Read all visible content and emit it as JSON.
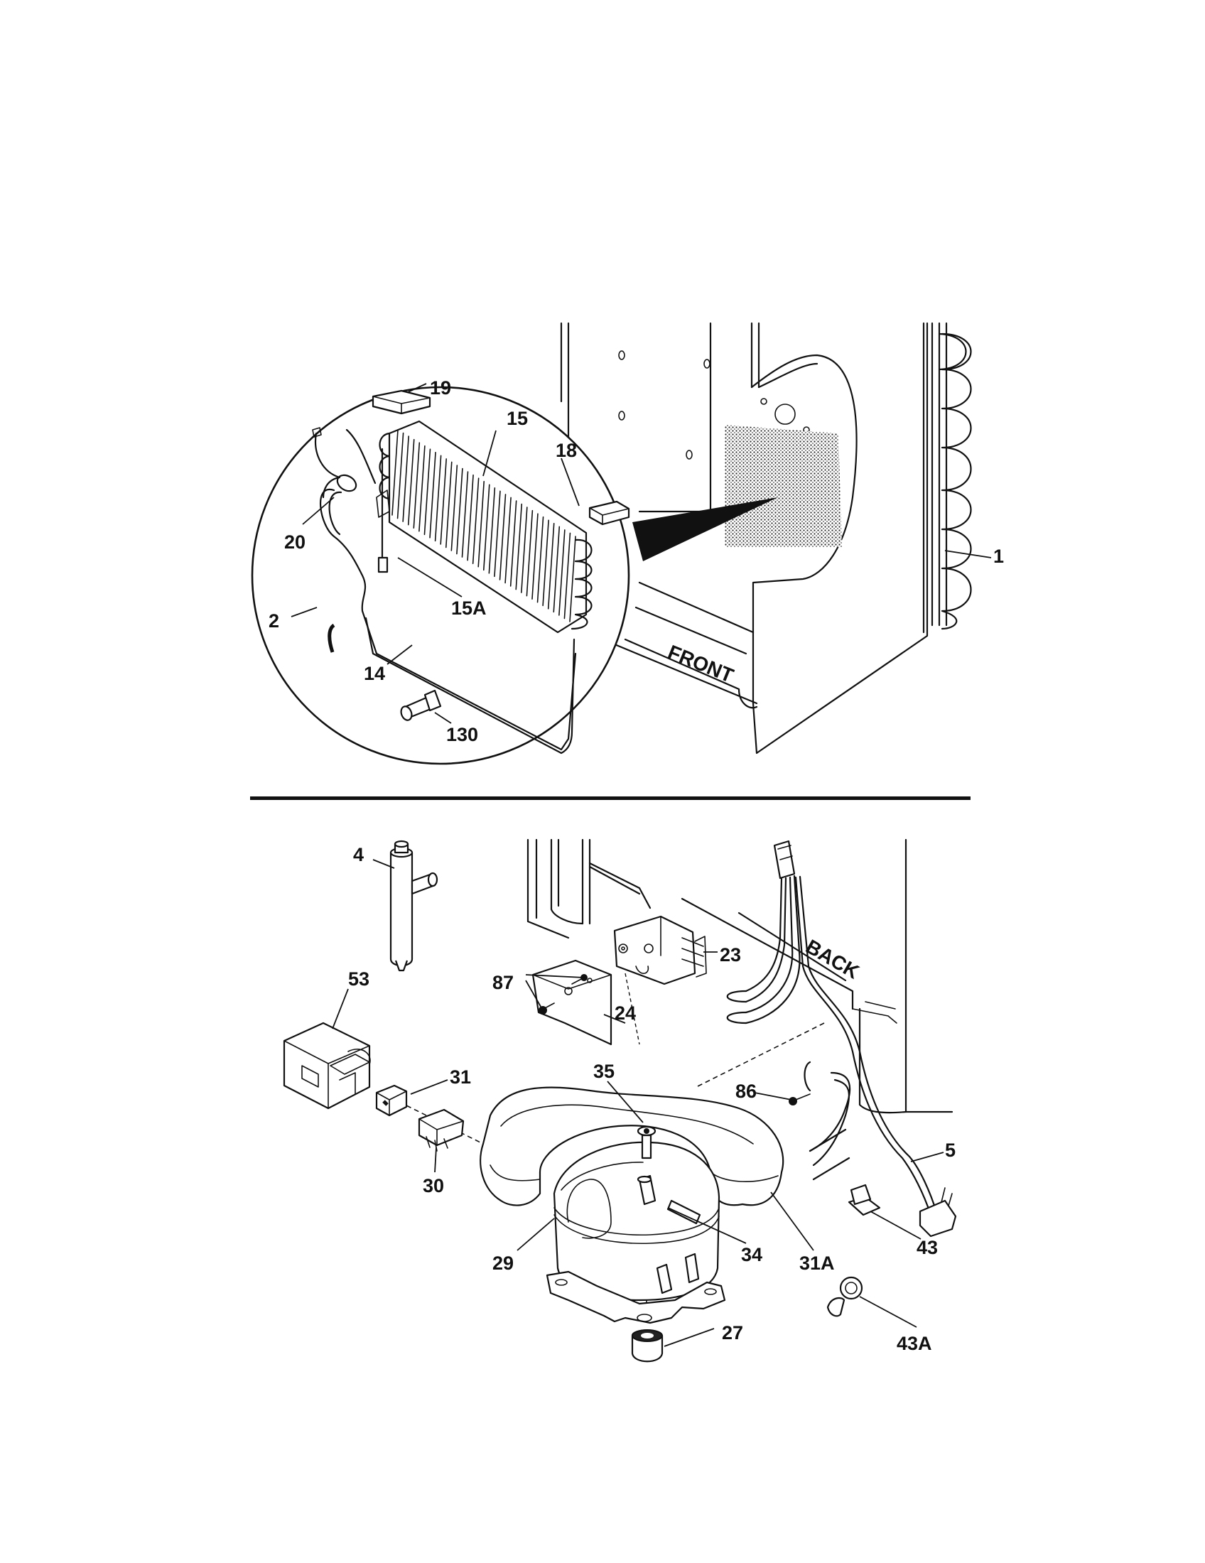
{
  "labels": {
    "p1": "1",
    "p2": "2",
    "p14": "14",
    "p15": "15",
    "p15a": "15A",
    "p18": "18",
    "p19": "19",
    "p20": "20",
    "p130": "130",
    "p4": "4",
    "p5": "5",
    "p23": "23",
    "p24": "24",
    "p27": "27",
    "p29": "29",
    "p30": "30",
    "p31": "31",
    "p31a": "31A",
    "p34": "34",
    "p35": "35",
    "p43": "43",
    "p43a": "43A",
    "p53": "53",
    "p86": "86",
    "p87": "87"
  },
  "annotations": {
    "front": "FRONT",
    "back": "BACK"
  }
}
